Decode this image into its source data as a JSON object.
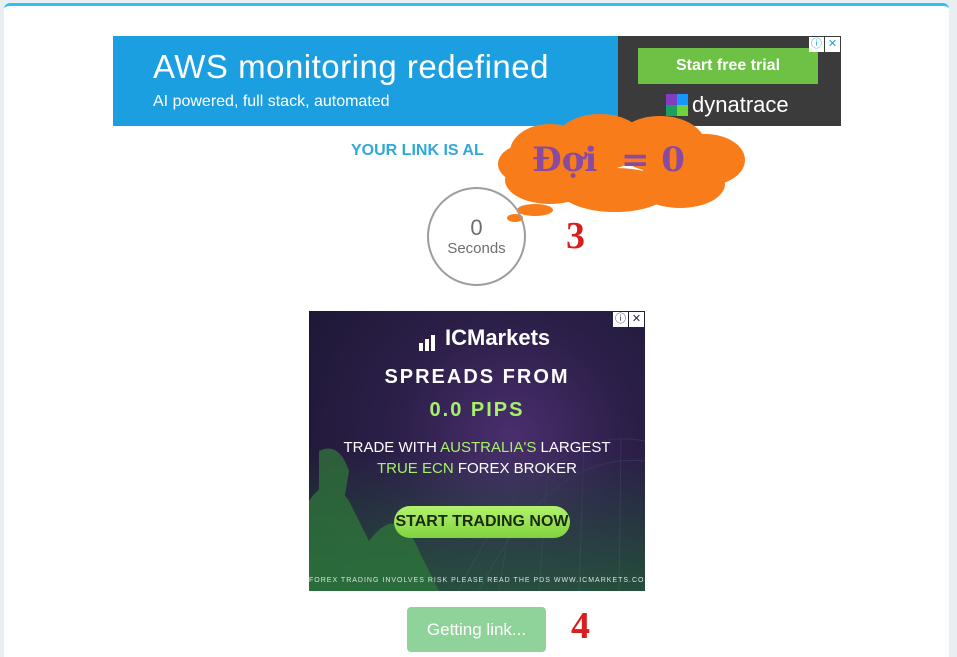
{
  "top_ad": {
    "headline": "AWS monitoring redefined",
    "subline": "AI powered, full stack, automated",
    "cta_label": "Start free trial",
    "brand": "dynatrace",
    "colors": {
      "left_bg": "#1c9fe0",
      "right_bg": "#3b3b3b",
      "cta": "#6dc144"
    }
  },
  "status_text": "YOUR LINK IS AL",
  "annotation": {
    "bubble_text": "Đợi  = 0",
    "step_timer": "3",
    "step_button": "4",
    "bubble_color": "#f97c1b"
  },
  "timer": {
    "value": "0",
    "unit": "Seconds"
  },
  "square_ad": {
    "logo_prefix": "IC",
    "logo_suffix": "Markets",
    "headline": "SPREADS FROM",
    "value": "0.0 PIPS",
    "line1_a": "TRADE WITH ",
    "line1_hl": "AUSTRALIA'S",
    "line1_b": " LARGEST",
    "line2_hl": "TRUE ECN",
    "line2_b": " FOREX BROKER",
    "cta_label": "START TRADING NOW",
    "disclaimer": "FOREX TRADING INVOLVES RISK PLEASE READ THE PDS WWW.ICMARKETS.COM"
  },
  "adchoice": {
    "info": "ⓘ",
    "close": "✕"
  },
  "get_link_label": "Getting link..."
}
